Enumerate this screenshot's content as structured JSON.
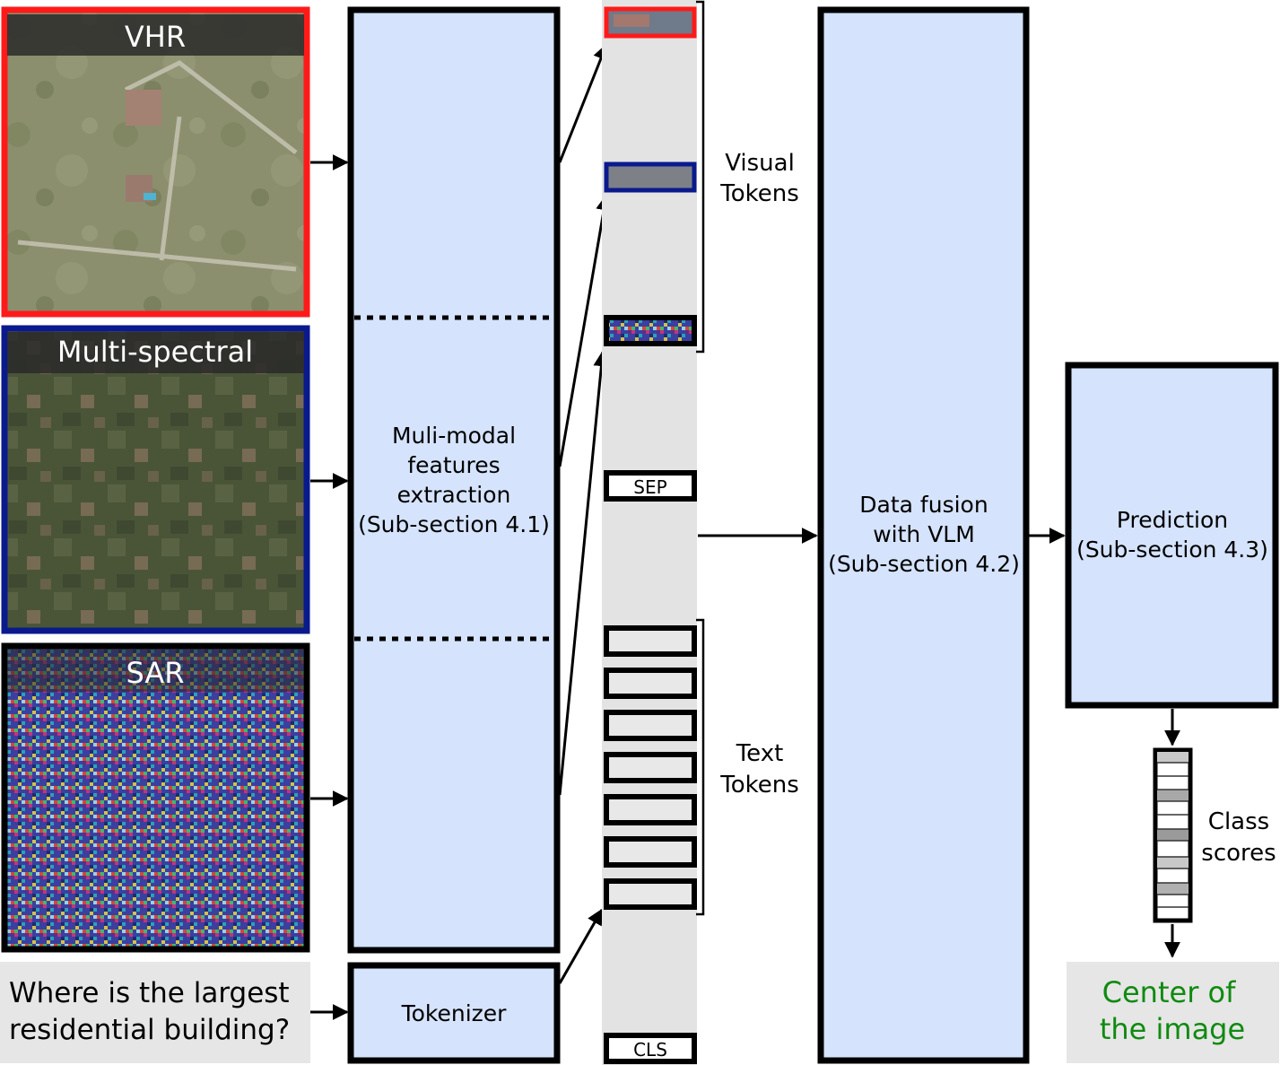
{
  "inputs": {
    "vhr_label": "VHR",
    "ms_label": "Multi-spectral",
    "sar_label": "SAR",
    "question_line1": "Where is the largest",
    "question_line2": "residential building?"
  },
  "extractor": {
    "line1": "Muli-modal",
    "line2": "features",
    "line3": "extraction",
    "line4": "(Sub-section 4.1)"
  },
  "tokenizer": {
    "label": "Tokenizer"
  },
  "tokens": {
    "sep": "SEP",
    "cls": "CLS",
    "visual_line1": "Visual",
    "visual_line2": "Tokens",
    "text_line1": "Text",
    "text_line2": "Tokens"
  },
  "fusion": {
    "line1": "Data fusion",
    "line2": "with VLM",
    "line3": "(Sub-section 4.2)"
  },
  "prediction": {
    "line1": "Prediction",
    "line2": "(Sub-section 4.3)"
  },
  "scores": {
    "line1": "Class",
    "line2": "scores"
  },
  "answer": {
    "line1": "Center of",
    "line2": "the image"
  },
  "colors": {
    "vhr_border": "#ff1a1a",
    "ms_border": "#0a1a8c",
    "sar_border": "#000000",
    "box_fill": "#d5e3fc",
    "token_column": "#e3e3e3",
    "answer_text": "#108a10",
    "answer_bg": "#e6e6e6"
  },
  "icons": [
    "arrow-icon",
    "bracket-icon"
  ]
}
